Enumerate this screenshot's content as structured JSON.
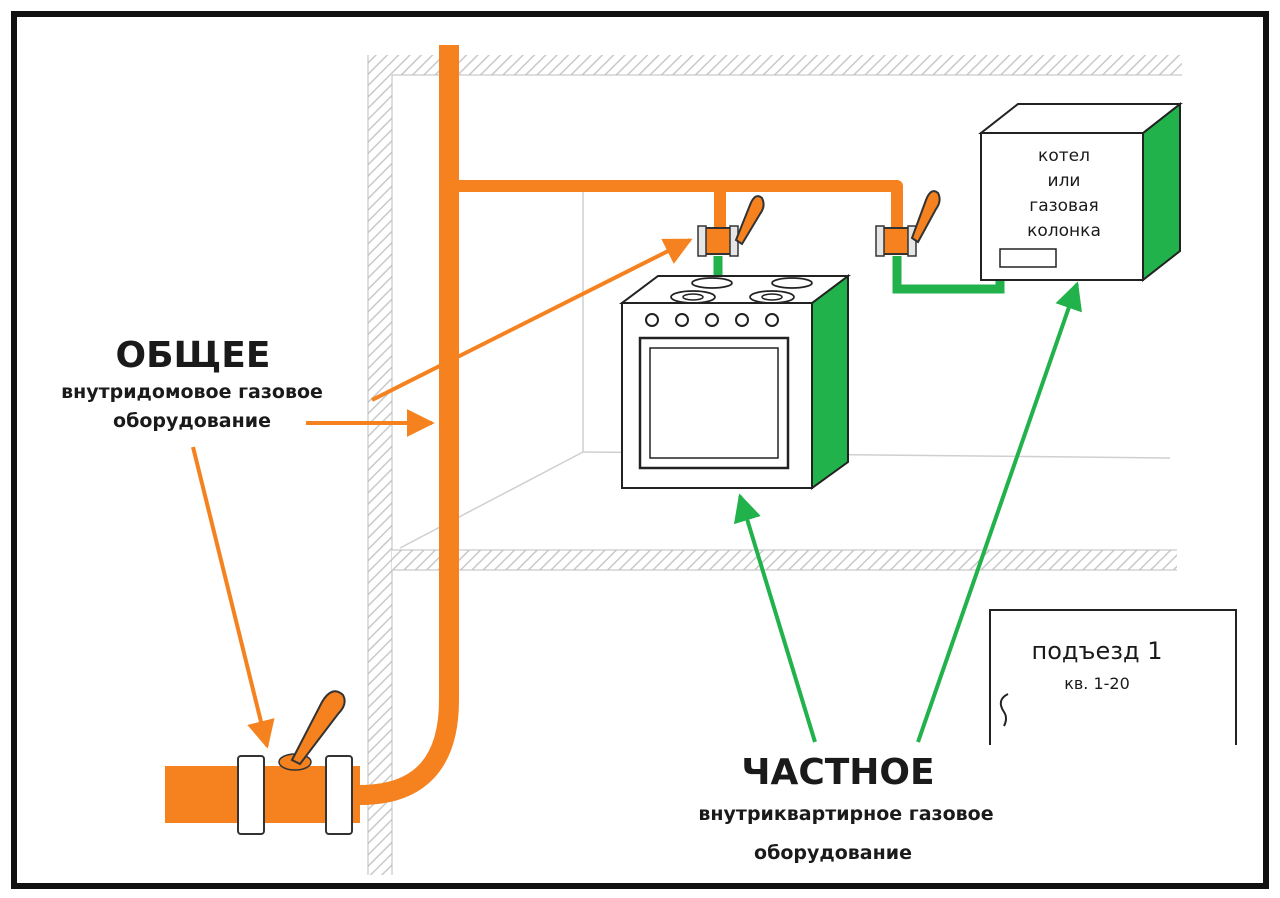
{
  "colors": {
    "common": "#f5821f",
    "private": "#22b24c",
    "wall_hatch": "#c9c9c9",
    "frame": "#111111",
    "text": "#1a1a1a"
  },
  "common": {
    "title": "ОБЩЕЕ",
    "line1": "внутридомовое газовое",
    "line2": "оборудование"
  },
  "private": {
    "title": "ЧАСТНОЕ",
    "line1": "внутриквартирное газовое",
    "line2": "оборудование"
  },
  "boiler": {
    "line1": "котел",
    "line2": "или",
    "line3": "газовая",
    "line4": "колонка"
  },
  "entrance_sign": {
    "title": "подъезд 1",
    "subtitle": "кв. 1-20"
  }
}
